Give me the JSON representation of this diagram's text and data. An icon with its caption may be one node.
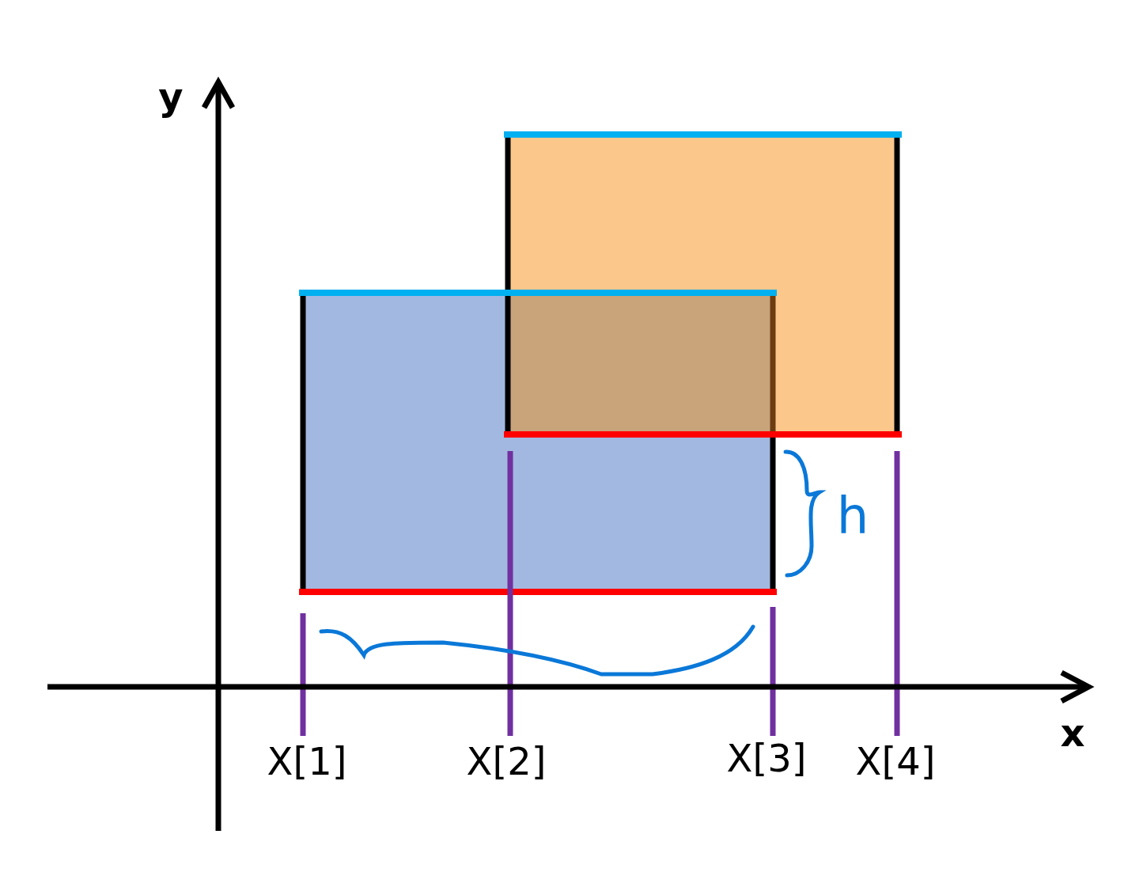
{
  "diagram": {
    "labels": [
      "y",
      "h",
      "x",
      "X[1]",
      "X[2]",
      "X[3]",
      "X[4]"
    ]
  }
}
